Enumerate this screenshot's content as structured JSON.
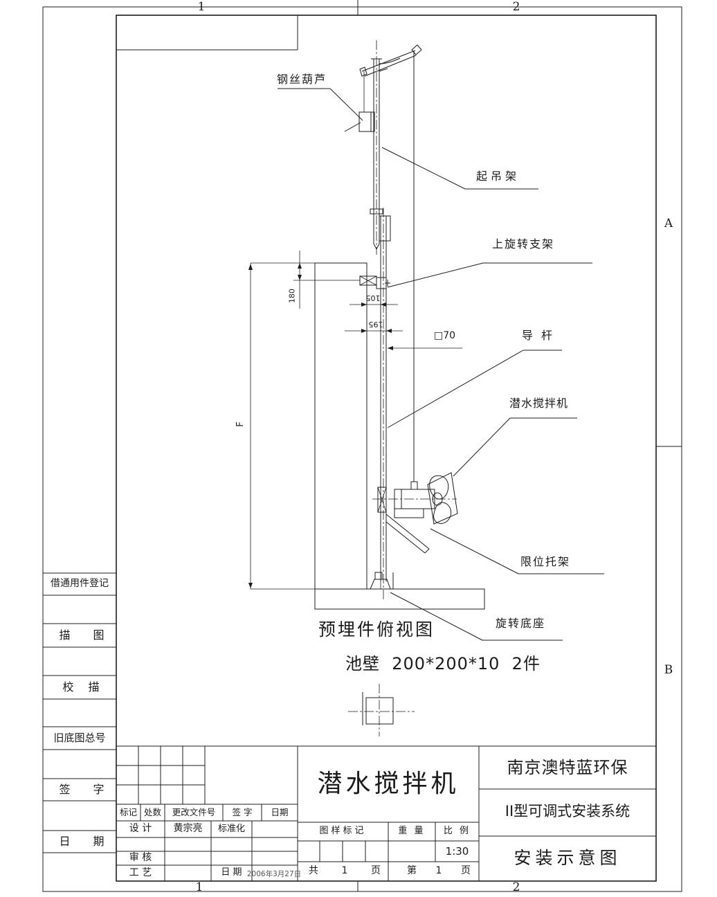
{
  "zones": {
    "top_left": "1",
    "top_right": "2",
    "bottom_left": "1",
    "bottom_right": "2",
    "right_upper": "A",
    "right_lower": "B"
  },
  "side_column": {
    "register": "借通用件登记",
    "trace": "描 图",
    "check_trace": "校 描",
    "old_drawing_no": "旧底图总号",
    "signature": "签 字",
    "date": "日 期"
  },
  "annotations": {
    "wire_hoist": "钢丝葫芦",
    "lifting_frame": "起吊架",
    "upper_swivel_bracket": "上旋转支架",
    "square_tube": "□70",
    "guide_rod": "导杆",
    "submersible_mixer": "潜水搅拌机",
    "limit_bracket": "限位托架",
    "swivel_base": "旋转底座"
  },
  "dimensions": {
    "f": "F",
    "h180": "180",
    "w105": "105",
    "w195": "195"
  },
  "captions": {
    "embed_top_view": "预埋件俯视图",
    "wall_spec": "池壁  200*200*10  2件"
  },
  "title_block": {
    "rev_header": {
      "mark": "标记",
      "count": "处数",
      "change_doc_no": "更改文件号",
      "sign": "签 字",
      "date": "日期"
    },
    "design": "设 计",
    "designer": "黄宗亮",
    "standardization": "标准化",
    "audit": "审 核",
    "process": "工 艺",
    "date_label": "日 期",
    "date_value": "2006年3月27日",
    "product_name": "潜水搅拌机",
    "drawing_mark": "图样标记",
    "weight": "重 量",
    "scale": "比 例",
    "scale_value": "1:30",
    "total_prefix": "共",
    "total_num": "1",
    "total_suffix": "页",
    "page_prefix": "第",
    "page_num": "1",
    "page_suffix": "页",
    "company": "南京澳特蓝环保",
    "system_name": "II型可调式安装系统",
    "sheet_title": "安装示意图"
  }
}
